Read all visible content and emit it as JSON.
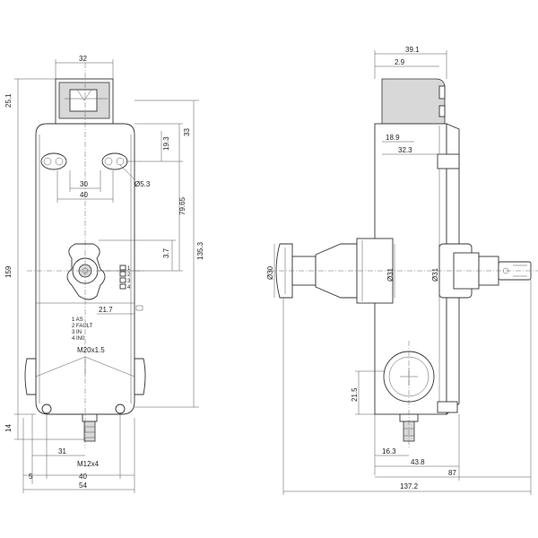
{
  "front_view": {
    "dims": {
      "d32": "32",
      "d251": "25.1",
      "d33": "33",
      "d193": "19.3",
      "d7965": "79.65",
      "d37": "3.7",
      "d1353": "135.3",
      "d159": "159",
      "d30": "30",
      "d40_top": "40",
      "d53": "Ø5.3",
      "d217": "21.7",
      "d14": "14",
      "d31": "31",
      "d5": "5",
      "d40_bot": "40",
      "d54": "54",
      "m20": "M20x1.5",
      "m12": "M12x4"
    },
    "leds": [
      "1",
      "2",
      "3",
      "4"
    ],
    "legend": [
      "1 AS",
      "2 FAULT",
      "3 IN",
      "4 IN0"
    ]
  },
  "side_view": {
    "dims": {
      "d391": "39.1",
      "d29": "2.9",
      "d189": "18.9",
      "d323": "32.3",
      "dia30": "Ø30",
      "dia31a": "Ø31",
      "dia31b": "Ø31",
      "d215": "21.5",
      "d163": "16.3",
      "d438": "43.8",
      "d87": "87",
      "d1372": "137.2"
    }
  },
  "colors": {
    "line": "#333333",
    "shade": "#d8d8d8",
    "background": "#ffffff"
  }
}
